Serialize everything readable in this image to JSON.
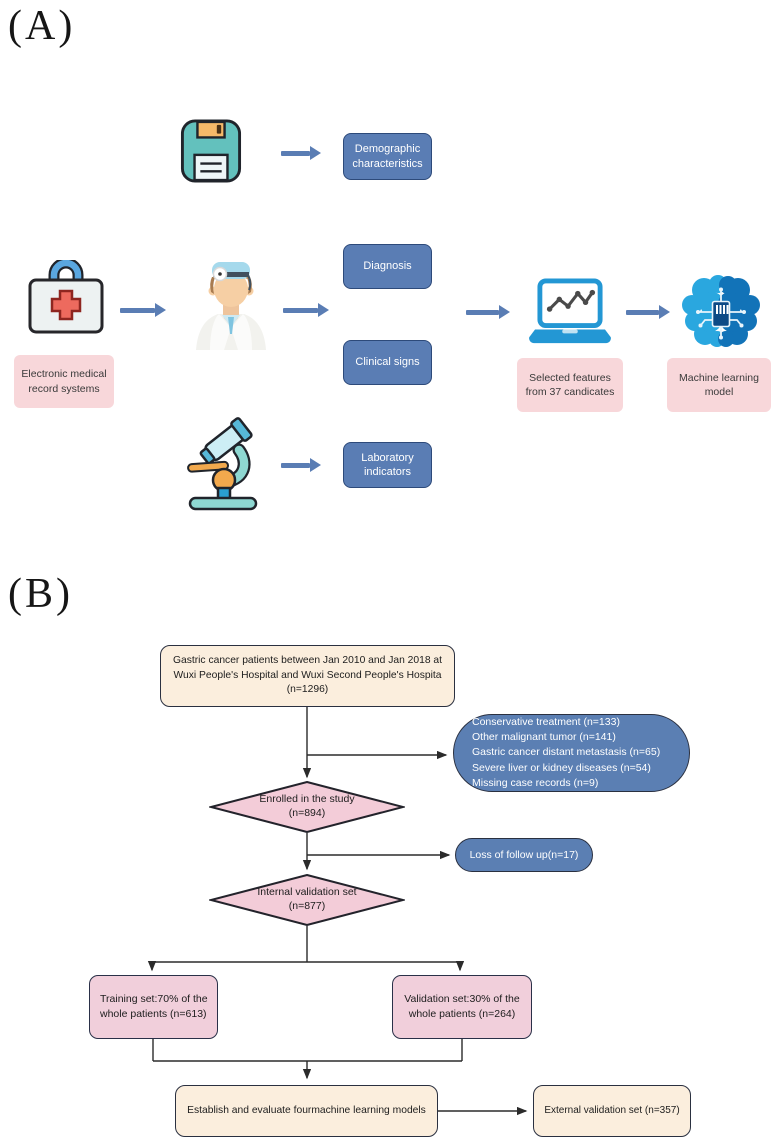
{
  "colors": {
    "accent_blue": "#5a7db4",
    "box_border_blue": "#2d4a7a",
    "pink_label": "#f8d7da",
    "pink_node_fill": "#f1cfdb",
    "pink_diamond": "#f3ccd8",
    "cream_node": "#fbeedd",
    "stadium_blue": "#5b7fb3",
    "connector_line": "#2b2b2b"
  },
  "panel_a": {
    "label": "(A)",
    "icons": {
      "floppy": "floppy-disk-icon",
      "kit": "medical-kit-icon",
      "doctor": "doctor-icon",
      "laptop": "laptop-chart-icon",
      "brain": "ai-brain-icon",
      "microscope": "microscope-icon"
    },
    "blue_boxes": [
      {
        "label": "Demographic characteristics"
      },
      {
        "label": "Diagnosis"
      },
      {
        "label": "Clinical signs"
      },
      {
        "label": "Laboratory indicators"
      }
    ],
    "pink_labels": [
      {
        "label": "Electronic medical record systems"
      },
      {
        "label": "Selected features from 37 candicates"
      },
      {
        "label": "Machine learning model"
      }
    ]
  },
  "panel_b": {
    "label": "(B)",
    "top_box": {
      "lines": [
        "Gastric cancer patients between Jan 2010 and Jan 2018 at",
        "Wuxi People's Hospital and Wuxi Second People's Hospita",
        "(n=1296)"
      ]
    },
    "exclusion_box": {
      "items": [
        "Conservative treatment (n=133)",
        "Other malignant tumor (n=141)",
        "Gastric cancer distant metastasis (n=65)",
        "Severe liver or kidney diseases (n=54)",
        "Missing case records (n=9)"
      ]
    },
    "enrolled_diamond": {
      "lines": [
        "Enrolled in the study",
        "(n=894)"
      ]
    },
    "loss_box": {
      "label": "Loss of follow up(n=17)"
    },
    "internal_diamond": {
      "lines": [
        "Internal validation set",
        "(n=877)"
      ]
    },
    "training_box": {
      "lines": [
        "Training set:70% of the",
        "whole patients (n=613)"
      ]
    },
    "validation_box": {
      "lines": [
        "Validation set:30% of the",
        "whole patients (n=264)"
      ]
    },
    "establish_box": {
      "label": "Establish and evaluate fourmachine learning models"
    },
    "external_box": {
      "label": "External validation set (n=357)"
    }
  }
}
